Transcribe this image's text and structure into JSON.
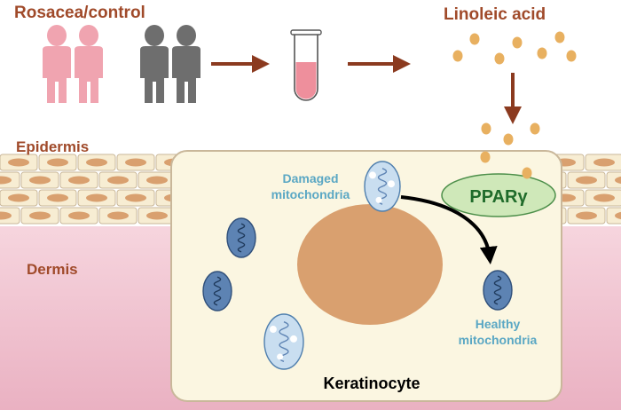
{
  "labels": {
    "groups": "Rosacea/control",
    "fatty_acid": "Linoleic acid",
    "epidermis": "Epidermis",
    "dermis": "Dermis",
    "damaged_line1": "Damaged",
    "damaged_line2": "mitochondria",
    "receptor": "PPARγ",
    "healthy_line1": "Healthy",
    "healthy_line2": "mitochondria",
    "cell": "Keratinocyte"
  },
  "colors": {
    "rosacea_figure": "#f0a4b0",
    "control_figure": "#6e6e6e",
    "arrow": "#8b3a1f",
    "title_text": "#a04a2a",
    "droplet": "#e8b060",
    "tube_fill": "#ee8f9c",
    "cell_fill": "#fbf6e1",
    "nucleus": "#d9a06f",
    "skin_cell": "#f7edd3",
    "skin_nucleus": "#d9a06f",
    "dermis_top": "#f6d5de",
    "dermis_bottom": "#eab1c2",
    "mito_healthy": "#5d83b3",
    "mito_damaged": "#c9def0",
    "mito_label": "#5aa7c4",
    "pparg_fill": "#cfe8b9",
    "pparg_stroke": "#4d8f4a",
    "pparg_text": "#1f6b2a"
  }
}
